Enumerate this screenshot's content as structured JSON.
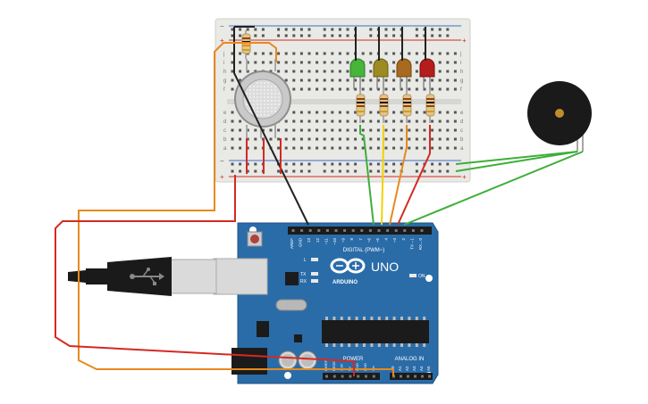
{
  "colors": {
    "breadboard": "#e9e9e6",
    "arduino": "#2a6ca8",
    "wire_black": "#222222",
    "wire_orange": "#e8891e",
    "wire_red": "#d42a22",
    "wire_green": "#3fae3a",
    "wire_yellow": "#f2d100",
    "led_green": "#48b43a",
    "led_yellow": "#9c8a22",
    "led_orange": "#a86a1e",
    "led_red": "#b51c1c"
  },
  "components": {
    "breadboard": "breadboard",
    "gas_sensor": "gas-sensor",
    "buzzer": "piezo-buzzer",
    "usb_cable": "usb-b-cable",
    "leds": [
      "green",
      "yellow",
      "orange",
      "red"
    ]
  },
  "breadboard_labels": {
    "row_letters_left": [
      "j",
      "i",
      "h",
      "g",
      "f",
      "e",
      "d",
      "c",
      "b",
      "a"
    ],
    "row_letters_right": [
      "j",
      "i",
      "h",
      "g",
      "f",
      "e",
      "d",
      "c",
      "b",
      "a"
    ],
    "rail_plus": "+",
    "rail_minus": "−"
  },
  "arduino": {
    "brand": "ARDUINO",
    "model": "UNO",
    "digital_label": "DIGITAL (PWM~)",
    "power_label": "POWER",
    "analog_label": "ANALOG IN",
    "on_label": "ON",
    "l_label": "L",
    "tx_label": "TX",
    "rx_label": "RX",
    "digital_pins": [
      "AREF",
      "GND",
      "13",
      "12",
      "~11",
      "~10",
      "~9",
      "8",
      "7",
      "~6",
      "~5",
      "4",
      "~3",
      "2",
      "TX→1",
      "RX←0"
    ],
    "power_pins": [
      "IOREF",
      "RESET",
      "3.3V",
      "5V",
      "GND",
      "GND",
      "Vin"
    ],
    "analog_pins": [
      "A0",
      "A1",
      "A2",
      "A3",
      "A4",
      "A5"
    ]
  }
}
